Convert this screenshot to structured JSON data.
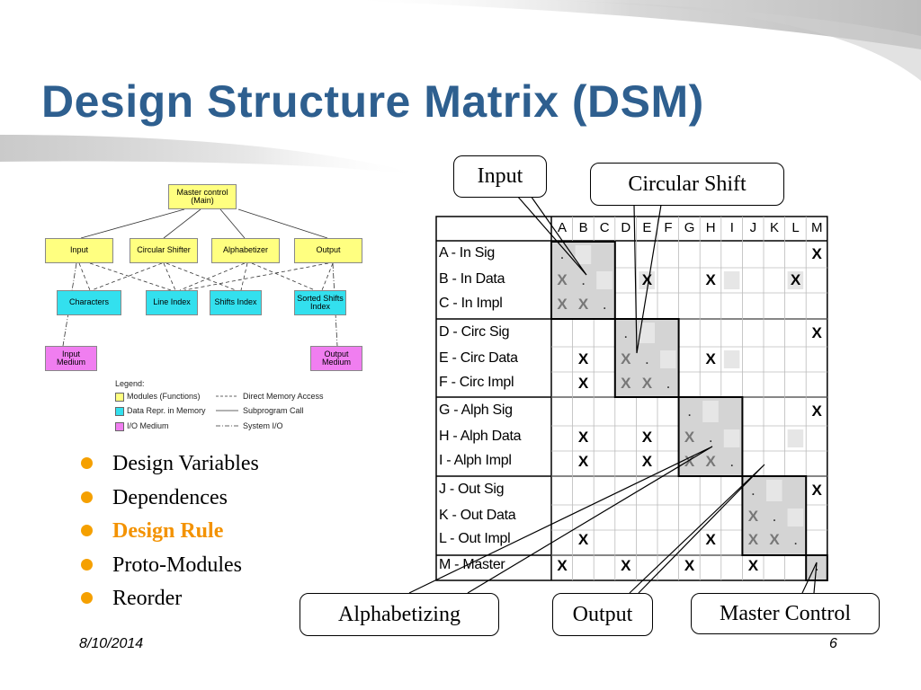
{
  "title": "Design Structure Matrix (DSM)",
  "structure_chart": {
    "master": "Master control\n(Main)",
    "modules": [
      "Input",
      "Circular Shifter",
      "Alphabetizer",
      "Output"
    ],
    "data": [
      "Characters",
      "Line Index",
      "Shifts Index",
      "Sorted Shifts\nIndex"
    ],
    "io": [
      "Input\nMedium",
      "Output\nMedium"
    ],
    "legend": {
      "title": "Legend:",
      "items": [
        "Modules (Functions)",
        "Data Repr. in Memory",
        "I/O Medium"
      ],
      "arrows": [
        "Direct Memory Access",
        "Subprogram Call",
        "System I/O"
      ]
    }
  },
  "bullets": [
    {
      "text": "Design Variables",
      "highlight": false
    },
    {
      "text": "Dependences",
      "highlight": false
    },
    {
      "text": "Design Rule",
      "highlight": true
    },
    {
      "text": "Proto-Modules",
      "highlight": false
    },
    {
      "text": "Reorder",
      "highlight": false
    }
  ],
  "dsm": {
    "columns": [
      "A",
      "B",
      "C",
      "D",
      "E",
      "F",
      "G",
      "H",
      "I",
      "J",
      "K",
      "L",
      "M"
    ],
    "rows": [
      "A - In Sig",
      "B - In Data",
      "C - In Impl",
      "D - Circ Sig",
      "E - Circ Data",
      "F - Circ Impl",
      "G - Alph Sig",
      "H - Alph Data",
      "I - Alph Impl",
      "J - Out Sig",
      "K - Out Data",
      "L - Out Impl",
      "M - Master"
    ],
    "marks": {
      "dependency": "X",
      "diagonal": "."
    }
  },
  "callouts": {
    "input": "Input",
    "circular_shift": "Circular Shift",
    "alphabetizing": "Alphabetizing",
    "output": "Output",
    "master_control": "Master Control"
  },
  "footer": {
    "date": "8/10/2014",
    "page": "6"
  }
}
